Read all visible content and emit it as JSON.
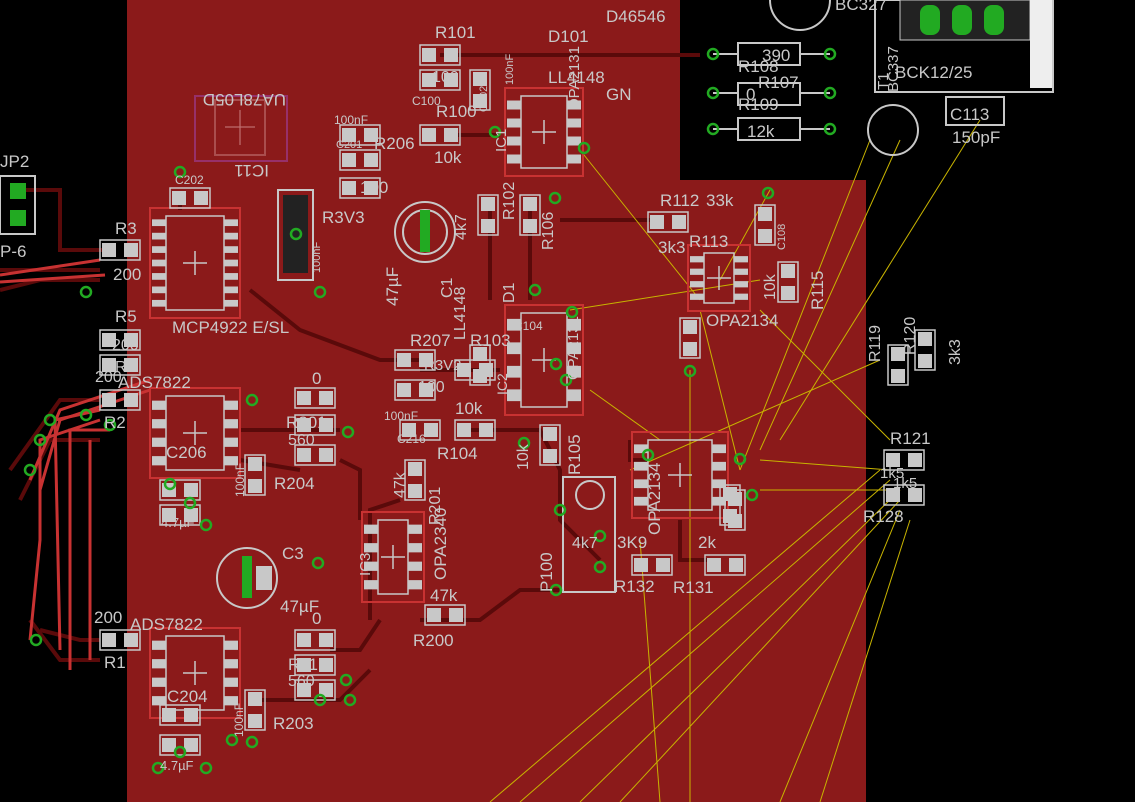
{
  "colors": {
    "background": "#000000",
    "copper_top": "#8b1a1a",
    "trace": "#5a0a0a",
    "pad": "#c0c0c0",
    "pad_red": "#c83232",
    "via_ring": "#22aa22",
    "silk": "#c8c8c8",
    "airwire": "#c8b400",
    "ghost": "#a040a0"
  },
  "labels": {
    "bc327_top": "BC327",
    "bck": "BCK12/25",
    "bc337": "BC337",
    "t1": "T1",
    "c113": "C113",
    "c113_val": "150pF",
    "r101": "R101",
    "r101_val": "100",
    "d101": "D101",
    "d46546": "D46546",
    "ll4148_a": "LL4148",
    "gn": "GN",
    "r108": "R108",
    "r108_val": "390",
    "r107": "R107",
    "r107_val": "0",
    "r109": "R109",
    "r109_val": "12k",
    "ua78": "UA78L05D",
    "ic11": "IC11",
    "c100": "C100",
    "c102": "C102",
    "nf100_a": "100nF",
    "r100": "R100",
    "r100_val": "10k",
    "ic1": "IC1",
    "opa2131_a": "OPA2131",
    "c206_nf": "100nF",
    "r206": "R206",
    "c201": "C201",
    "val100_a": "100",
    "c202": "C202",
    "jp2": "JP2",
    "p6": "P-6",
    "r3": "R3",
    "r3_val": "200",
    "mcp": "MCP4922 E/SL",
    "r3v3": "R3V3",
    "nf100_b": "100nF",
    "c1": "C1",
    "c1_val": "47µF",
    "r102": "R102",
    "r102_val": "4k7",
    "r106": "R106",
    "r112": "R112",
    "r112_val": "33k",
    "r113_val": "3k3",
    "r113": "R113",
    "c108": "C108",
    "r115": "R115",
    "r114_val": "10k",
    "d1": "D1",
    "ll4148_b": "LL4148",
    "c104": "C104",
    "opa2134_a": "OPA2134",
    "r5": "R5",
    "r4_val": "200",
    "r4": "R4",
    "r5_val": "200",
    "ads_a": "ADS7822",
    "r2": "R2",
    "r207": "R207",
    "r103": "R103",
    "r3v2": "R3V2",
    "val100_b": "100",
    "ic2": "IC2",
    "opa2131_b": "OPA2131",
    "val10k_a": "10k",
    "c216_nf": "100nF",
    "c216": "C216",
    "r104": "R104",
    "r119": "R119",
    "r120": "R120",
    "r120_val": "3k3",
    "r121": "R121",
    "r128": "R128",
    "r121_val": "1k5",
    "r128_val": "1k5",
    "zero_a": "0",
    "r201": "R201",
    "val560_a": "560",
    "r105": "R105",
    "val10k_b": "10k",
    "c206": "C206",
    "r204": "R204",
    "nf100_c": "100nF",
    "uf47_a": "4.7µF",
    "ic3": "IC3",
    "opa2340": "OPA2340",
    "val47k_a": "47k",
    "r201b": "R201",
    "opa2134_b": "OPA2134",
    "c3": "C3",
    "c3_val": "47µF",
    "p100": "P100",
    "p100_val": "4k7",
    "val3k9": "3K9",
    "val2k": "2k",
    "r132": "R132",
    "r131": "R131",
    "val47k_b": "47k",
    "r200": "R200",
    "val200_c": "200",
    "ads_b": "ADS7822",
    "r1": "R1",
    "zero_b": "0",
    "r11": "R11",
    "val560_b": "560",
    "c204": "C204",
    "r203": "R203",
    "nf100_d": "100nF",
    "uf47_b": "4.7µF"
  }
}
